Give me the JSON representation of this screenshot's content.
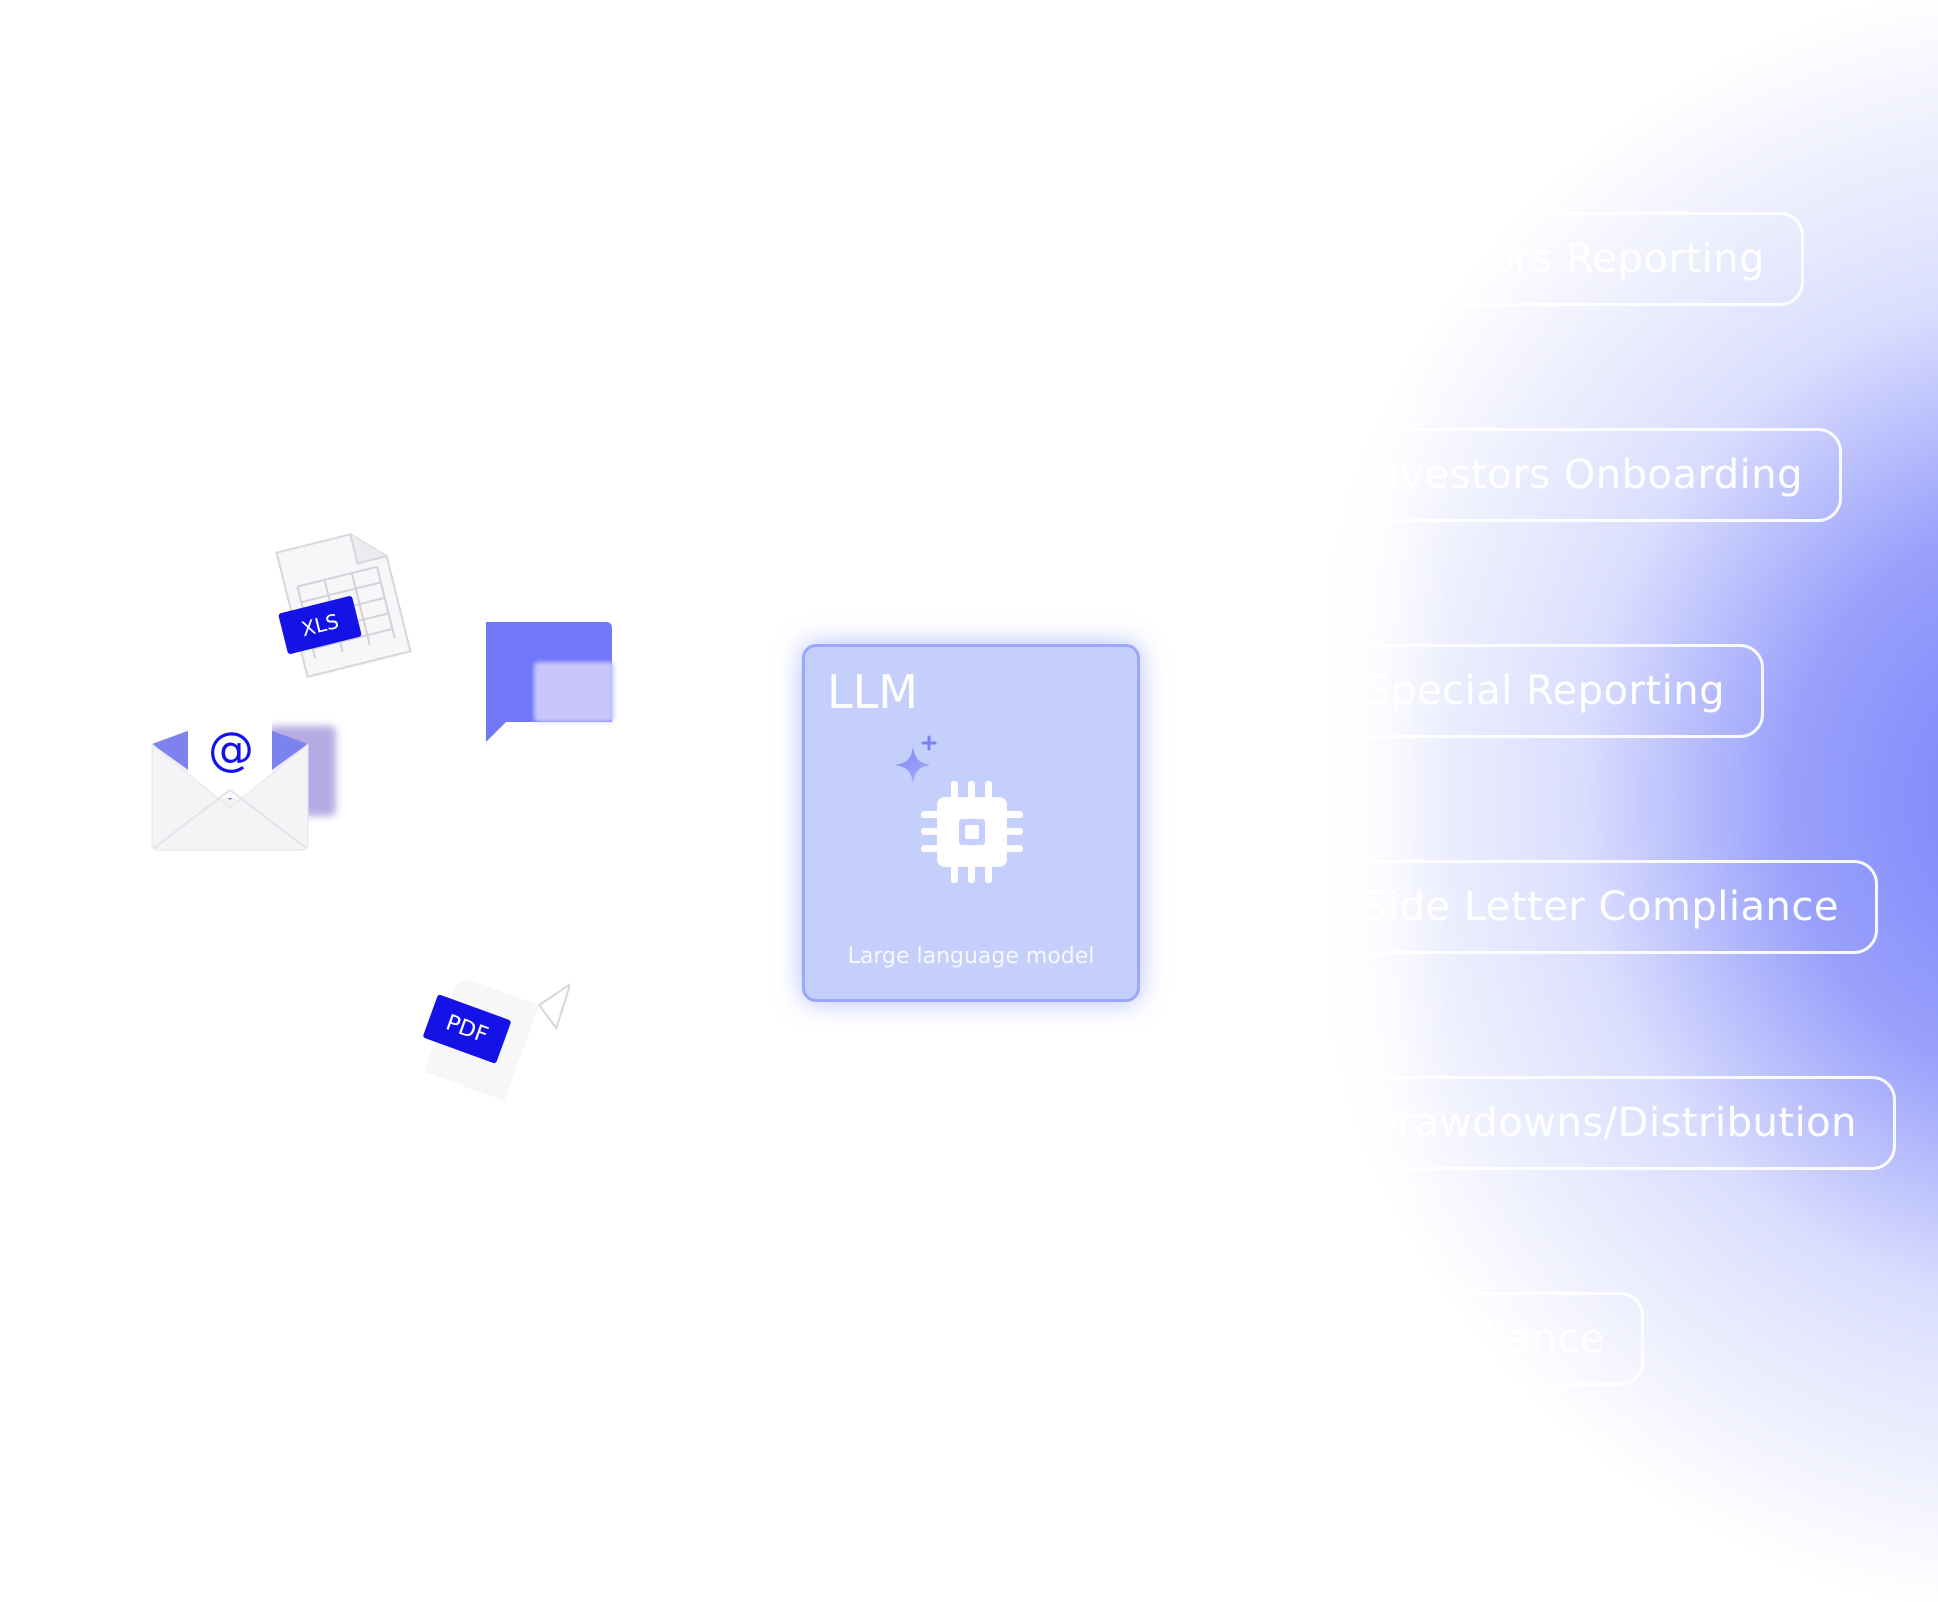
{
  "llm": {
    "title": "LLM",
    "subtitle": "Large language model"
  },
  "inputs": {
    "xls_label": "XLS",
    "email_label": "@",
    "pdf_label": "PDF"
  },
  "outputs": [
    {
      "label": "Investors Reporting"
    },
    {
      "label": "Investors Onboarding"
    },
    {
      "label": "Special Reporting"
    },
    {
      "label": "Side Letter Compliance"
    },
    {
      "label": "Drawdowns/Distribution"
    },
    {
      "label": "Compliance"
    }
  ],
  "colors": {
    "accent": "#1512e8",
    "chat_bubble": "#7078f8",
    "card": "#c5cffc",
    "glow": "#7c86f8"
  }
}
